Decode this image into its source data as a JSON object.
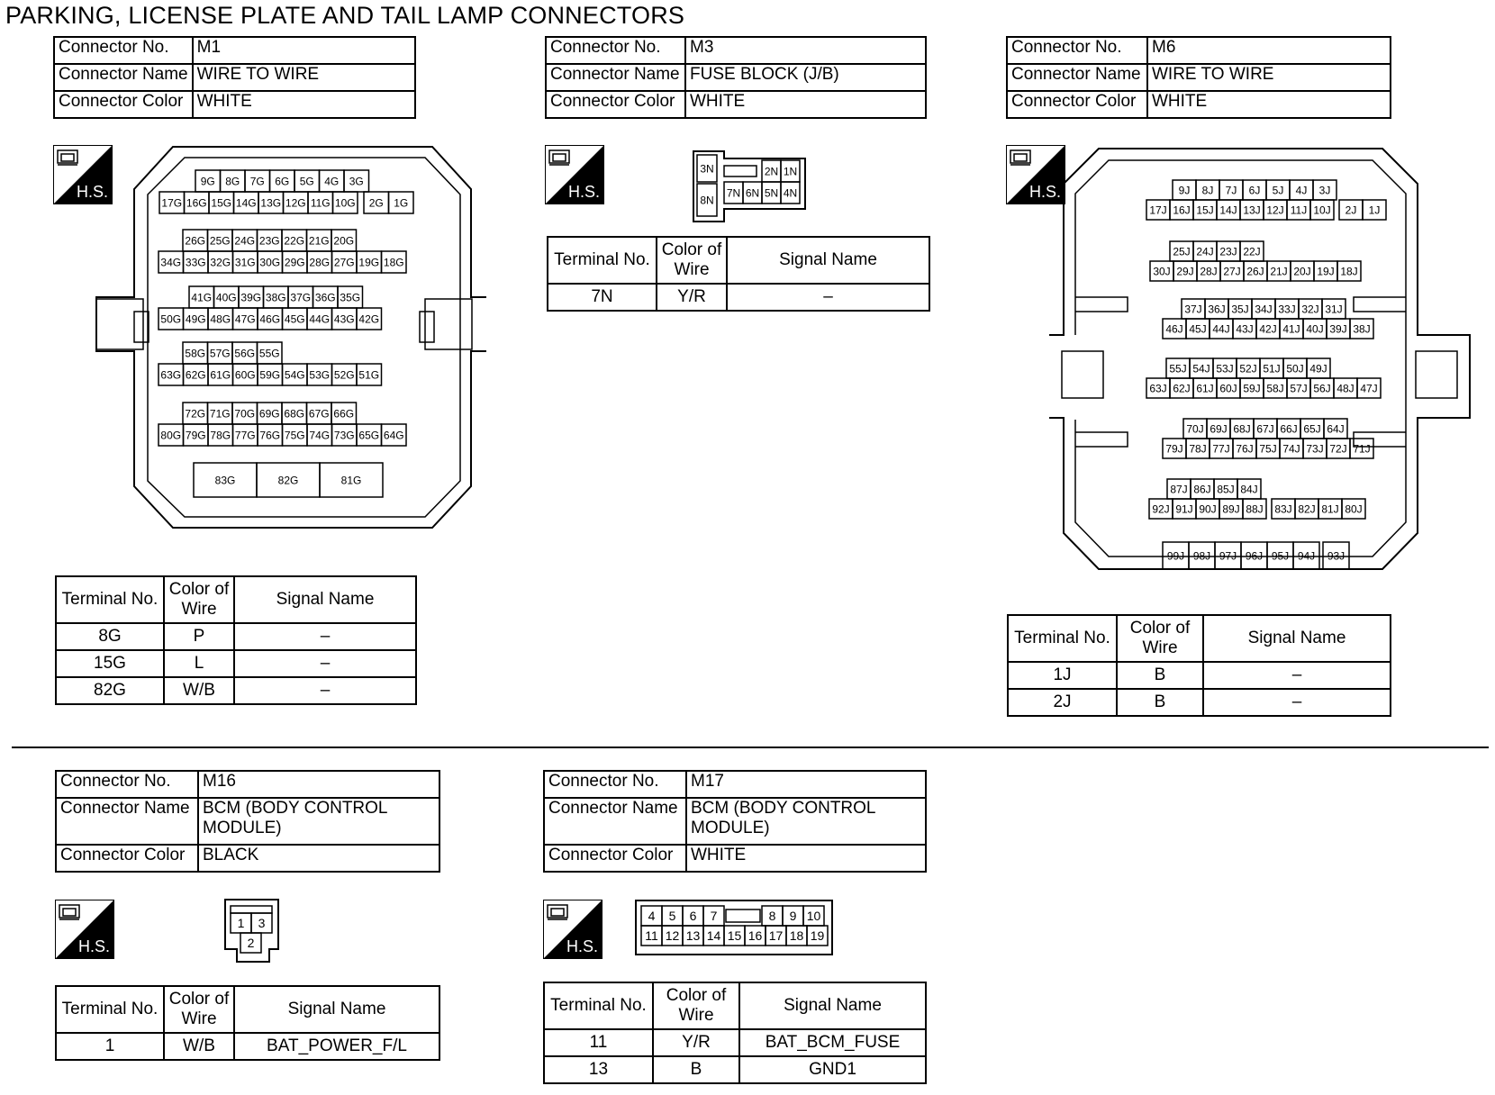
{
  "title": "PARKING, LICENSE PLATE AND TAIL LAMP CONNECTORS",
  "labels": {
    "connector_no": "Connector No.",
    "connector_name": "Connector Name",
    "connector_color": "Connector Color",
    "terminal_no": "Terminal No.",
    "color_of_wire": "Color of Wire",
    "signal_name": "Signal Name",
    "hs": "H.S."
  },
  "connectors": [
    {
      "no": "M1",
      "name": "WIRE TO WIRE",
      "color": "WHITE",
      "rows": [
        {
          "t": "8G",
          "c": "P",
          "s": "–"
        },
        {
          "t": "15G",
          "c": "L",
          "s": "–"
        },
        {
          "t": "82G",
          "c": "W/B",
          "s": "–"
        }
      ],
      "pin_rows": [
        [
          "9G",
          "8G",
          "7G",
          "6G",
          "5G",
          "4G",
          "3G"
        ],
        [
          "17G",
          "16G",
          "15G",
          "14G",
          "13G",
          "12G",
          "11G",
          "10G",
          "2G",
          "1G"
        ],
        [
          "26G",
          "25G",
          "24G",
          "23G",
          "22G",
          "21G",
          "20G"
        ],
        [
          "34G",
          "33G",
          "32G",
          "31G",
          "30G",
          "29G",
          "28G",
          "27G",
          "19G",
          "18G"
        ],
        [
          "41G",
          "40G",
          "39G",
          "38G",
          "37G",
          "36G",
          "35G"
        ],
        [
          "50G",
          "49G",
          "48G",
          "47G",
          "46G",
          "45G",
          "44G",
          "43G",
          "42G"
        ],
        [
          "58G",
          "57G",
          "56G",
          "55G"
        ],
        [
          "63G",
          "62G",
          "61G",
          "60G",
          "59G",
          "54G",
          "53G",
          "52G",
          "51G"
        ],
        [
          "72G",
          "71G",
          "70G",
          "69G",
          "68G",
          "67G",
          "66G"
        ],
        [
          "80G",
          "79G",
          "78G",
          "77G",
          "76G",
          "75G",
          "74G",
          "73G",
          "65G",
          "64G"
        ],
        [
          "83G",
          "82G",
          "81G"
        ]
      ]
    },
    {
      "no": "M3",
      "name": "FUSE BLOCK (J/B)",
      "color": "WHITE",
      "rows": [
        {
          "t": "7N",
          "c": "Y/R",
          "s": "–"
        }
      ],
      "pins": [
        "3N",
        "2N",
        "1N",
        "8N",
        "7N",
        "6N",
        "5N",
        "4N"
      ]
    },
    {
      "no": "M6",
      "name": "WIRE TO WIRE",
      "color": "WHITE",
      "rows": [
        {
          "t": "1J",
          "c": "B",
          "s": "–"
        },
        {
          "t": "2J",
          "c": "B",
          "s": "–"
        }
      ],
      "pin_rows": [
        [
          "9J",
          "8J",
          "7J",
          "6J",
          "5J",
          "4J",
          "3J"
        ],
        [
          "17J",
          "16J",
          "15J",
          "14J",
          "13J",
          "12J",
          "11J",
          "10J",
          "2J",
          "1J"
        ],
        [
          "25J",
          "24J",
          "23J",
          "22J"
        ],
        [
          "30J",
          "29J",
          "28J",
          "27J",
          "26J",
          "21J",
          "20J",
          "19J",
          "18J"
        ],
        [
          "37J",
          "36J",
          "35J",
          "34J",
          "33J",
          "32J",
          "31J"
        ],
        [
          "46J",
          "45J",
          "44J",
          "43J",
          "42J",
          "41J",
          "40J",
          "39J",
          "38J"
        ],
        [
          "55J",
          "54J",
          "53J",
          "52J",
          "51J",
          "50J",
          "49J"
        ],
        [
          "63J",
          "62J",
          "61J",
          "60J",
          "59J",
          "58J",
          "57J",
          "56J",
          "48J",
          "47J"
        ],
        [
          "70J",
          "69J",
          "68J",
          "67J",
          "66J",
          "65J",
          "64J"
        ],
        [
          "79J",
          "78J",
          "77J",
          "76J",
          "75J",
          "74J",
          "73J",
          "72J",
          "71J"
        ],
        [
          "87J",
          "86J",
          "85J",
          "84J"
        ],
        [
          "92J",
          "91J",
          "90J",
          "89J",
          "88J",
          "83J",
          "82J",
          "81J",
          "80J"
        ],
        [
          "99J",
          "98J",
          "97J",
          "96J",
          "95J",
          "94J",
          "93J"
        ]
      ]
    },
    {
      "no": "M16",
      "name": "BCM (BODY CONTROL MODULE)",
      "color": "BLACK",
      "rows": [
        {
          "t": "1",
          "c": "W/B",
          "s": "BAT_POWER_F/L"
        }
      ],
      "pins": [
        "1",
        "3",
        "2"
      ]
    },
    {
      "no": "M17",
      "name": "BCM (BODY CONTROL MODULE)",
      "color": "WHITE",
      "rows": [
        {
          "t": "11",
          "c": "Y/R",
          "s": "BAT_BCM_FUSE"
        },
        {
          "t": "13",
          "c": "B",
          "s": "GND1"
        }
      ],
      "pins": [
        "4",
        "5",
        "6",
        "7",
        "8",
        "9",
        "10",
        "11",
        "12",
        "13",
        "14",
        "15",
        "16",
        "17",
        "18",
        "19"
      ]
    }
  ]
}
